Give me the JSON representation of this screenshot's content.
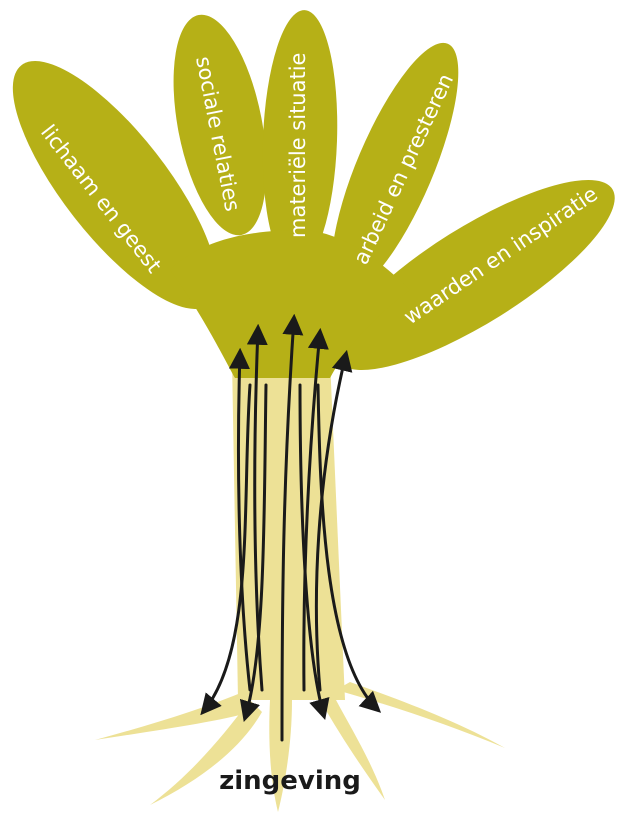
{
  "diagram": {
    "leaves": [
      {
        "id": "lichaam",
        "label": "lichaam en geest"
      },
      {
        "id": "sociale",
        "label": "sociale relaties"
      },
      {
        "id": "materiele",
        "label": "materiële situatie"
      },
      {
        "id": "arbeid",
        "label": "arbeid en presteren"
      },
      {
        "id": "waarden",
        "label": "waarden en inspiratie"
      }
    ],
    "root": {
      "label": "zingeving"
    },
    "colors": {
      "crown": "#b6b017",
      "trunk": "#ede196",
      "arrow": "#1a1a1a",
      "leaf_text": "#ffffff",
      "root_text": "#1a1a1a"
    }
  }
}
